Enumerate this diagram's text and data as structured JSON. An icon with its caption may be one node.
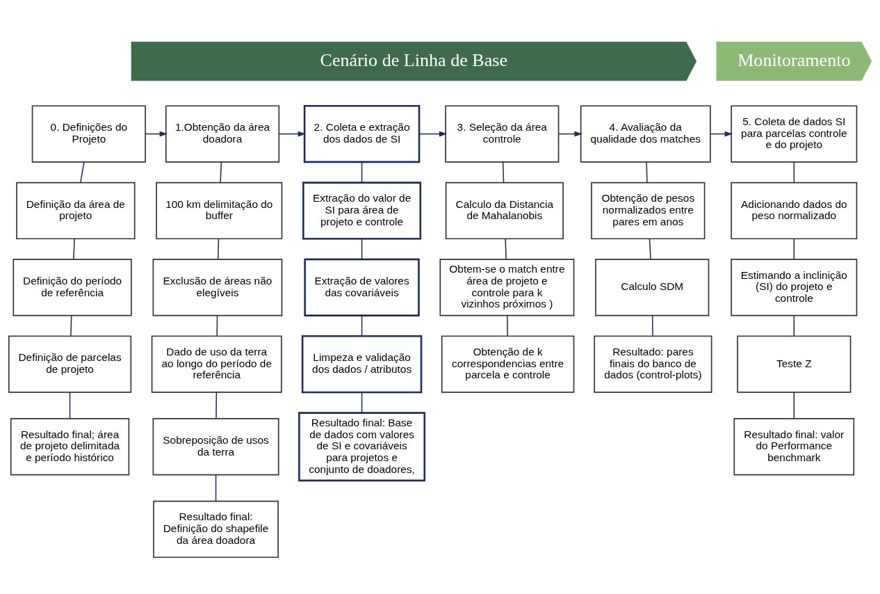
{
  "diagram": {
    "nodes": [
      {
        "text": [
          "Cenário de Linha de Base"
        ]
      },
      {
        "text": [
          "Monitoramento"
        ]
      },
      {
        "text": [
          "0. Definições do Projeto"
        ]
      },
      {
        "text": [
          "Definição da área de projeto"
        ]
      },
      {
        "text": [
          "Definição do período de referência"
        ]
      },
      {
        "text": [
          "Definição de parcelas de projeto"
        ]
      },
      {
        "text": [
          "Resultado final; área de projeto delimitada e período histórico"
        ]
      },
      {
        "text": [
          "1.Obtenção da área doadora"
        ]
      },
      {
        "text": [
          "100 km delimitação do buffer"
        ]
      },
      {
        "text": [
          "Exclusão de áreas não elegíveis"
        ]
      },
      {
        "text": [
          "Dado de uso da terra ao longo do período de referência"
        ]
      },
      {
        "text": [
          "Sobreposição de usos da terra"
        ]
      },
      {
        "text": [
          "Resultado final: Definição do shapefile da área doadora"
        ]
      },
      {
        "text": [
          "2. Coleta e extração dos dados de SI"
        ]
      },
      {
        "text": [
          "Extração do valor de SI para área de projeto e controle"
        ]
      },
      {
        "text": [
          "Extração de valores das covariáveis"
        ]
      },
      {
        "text": [
          "Limpeza e validação dos dados / atributos"
        ]
      },
      {
        "text": [
          "Resultado final: Base de dados com valores de SI e covariáveis para projetos e conjunto de doadores,"
        ]
      },
      {
        "text": [
          "3. Seleção da área controle"
        ]
      },
      {
        "text": [
          "Calculo da Distancia de Mahalanobis"
        ]
      },
      {
        "text": [
          "Obtem-se o match entre área de projeto e controle para k vizinhos próximos )"
        ]
      },
      {
        "text": [
          "Obtenção de k correspondencias entre parcela e controle"
        ]
      },
      {
        "text": [
          "4. Avaliação da qualidade dos matches"
        ]
      },
      {
        "text": [
          "Obtenção de pesos normalizados entre pares em anos"
        ]
      },
      {
        "text": [
          "Calculo SDM"
        ]
      },
      {
        "text": [
          "Resultado: pares finais do banco de dados (control-plots)"
        ]
      },
      {
        "text": [
          "5. Coleta de dados SI para parcelas controle e do projeto"
        ]
      },
      {
        "text": [
          "Adicionando dados do peso normalizado"
        ]
      },
      {
        "text": [
          "Estimando a inclinição (SI) do projeto e controle"
        ]
      },
      {
        "text": [
          "Teste Z"
        ]
      },
      {
        "text": [
          "Resultado final: valor do Performance benchmark"
        ]
      }
    ],
    "edges": [
      {
        "from": 2,
        "to": 7,
        "arrow": "to"
      },
      {
        "from": 7,
        "to": 13,
        "arrow": "to"
      },
      {
        "from": 13,
        "to": 18,
        "arrow": "to"
      },
      {
        "from": 18,
        "to": 22,
        "arrow": "to"
      },
      {
        "from": 22,
        "to": 26,
        "arrow": "to"
      },
      {
        "from": 2,
        "to": 3,
        "arrow": "none"
      },
      {
        "from": 3,
        "to": 4,
        "arrow": "none"
      },
      {
        "from": 4,
        "to": 5,
        "arrow": "none"
      },
      {
        "from": 5,
        "to": 6,
        "arrow": "none"
      },
      {
        "from": 7,
        "to": 8,
        "arrow": "none"
      },
      {
        "from": 8,
        "to": 9,
        "arrow": "none"
      },
      {
        "from": 9,
        "to": 10,
        "arrow": "none"
      },
      {
        "from": 10,
        "to": 11,
        "arrow": "none"
      },
      {
        "from": 11,
        "to": 12,
        "arrow": "none"
      },
      {
        "from": 13,
        "to": 14,
        "arrow": "none"
      },
      {
        "from": 14,
        "to": 15,
        "arrow": "none"
      },
      {
        "from": 15,
        "to": 16,
        "arrow": "none"
      },
      {
        "from": 16,
        "to": 17,
        "arrow": "none"
      },
      {
        "from": 18,
        "to": 19,
        "arrow": "none"
      },
      {
        "from": 19,
        "to": 20,
        "arrow": "none"
      },
      {
        "from": 20,
        "to": 21,
        "arrow": "none"
      },
      {
        "from": 22,
        "to": 23,
        "arrow": "none"
      },
      {
        "from": 23,
        "to": 24,
        "arrow": "none"
      },
      {
        "from": 24,
        "to": 25,
        "arrow": "none"
      },
      {
        "from": 26,
        "to": 27,
        "arrow": "none"
      },
      {
        "from": 27,
        "to": 28,
        "arrow": "none"
      },
      {
        "from": 28,
        "to": 29,
        "arrow": "none"
      },
      {
        "from": 29,
        "to": 30,
        "arrow": "none"
      }
    ]
  }
}
